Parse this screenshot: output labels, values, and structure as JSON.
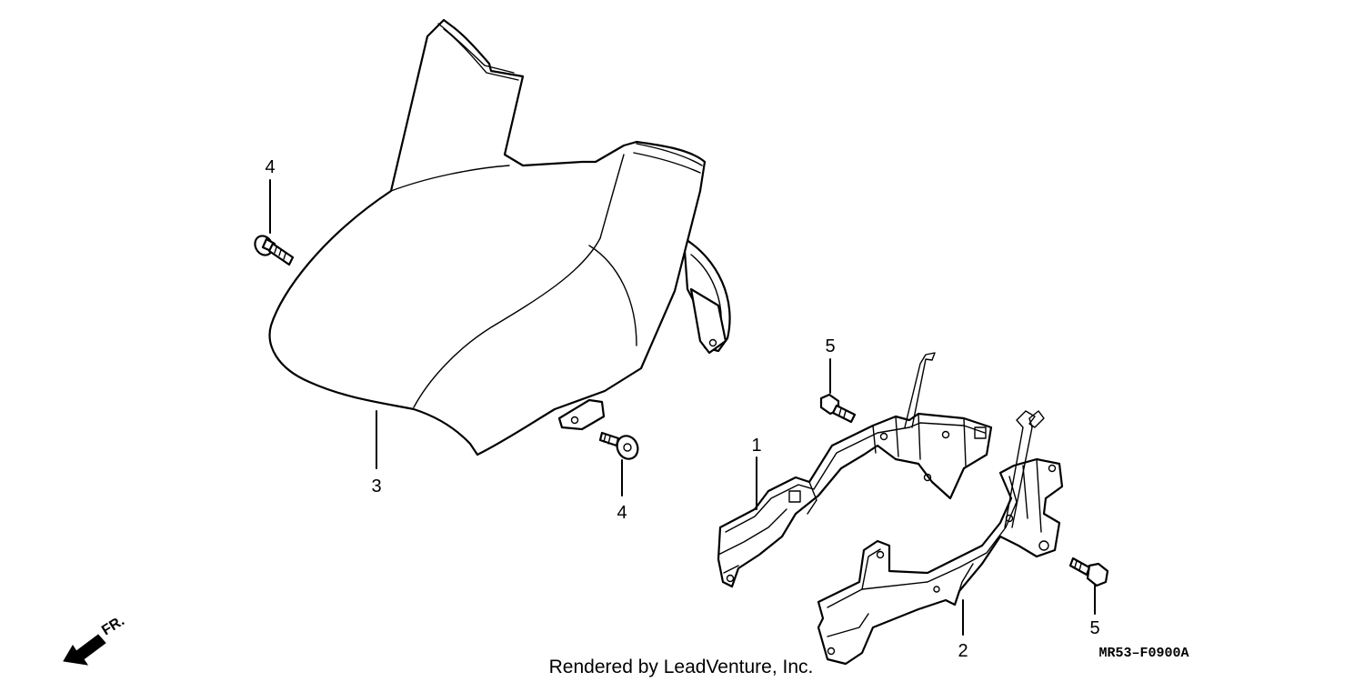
{
  "diagram": {
    "callouts": {
      "bracket_left": "1",
      "bracket_right": "2",
      "fender": "3",
      "bolt_upper_left": "4",
      "bolt_lower_center": "4",
      "bolt_mid_right": "5",
      "bolt_lower_right": "5"
    },
    "direction_indicator": "FR.",
    "diagram_code": "MR53–F0900A",
    "credit": "Rendered by LeadVenture, Inc."
  },
  "colors": {
    "line": "#000000",
    "background": "#ffffff"
  }
}
